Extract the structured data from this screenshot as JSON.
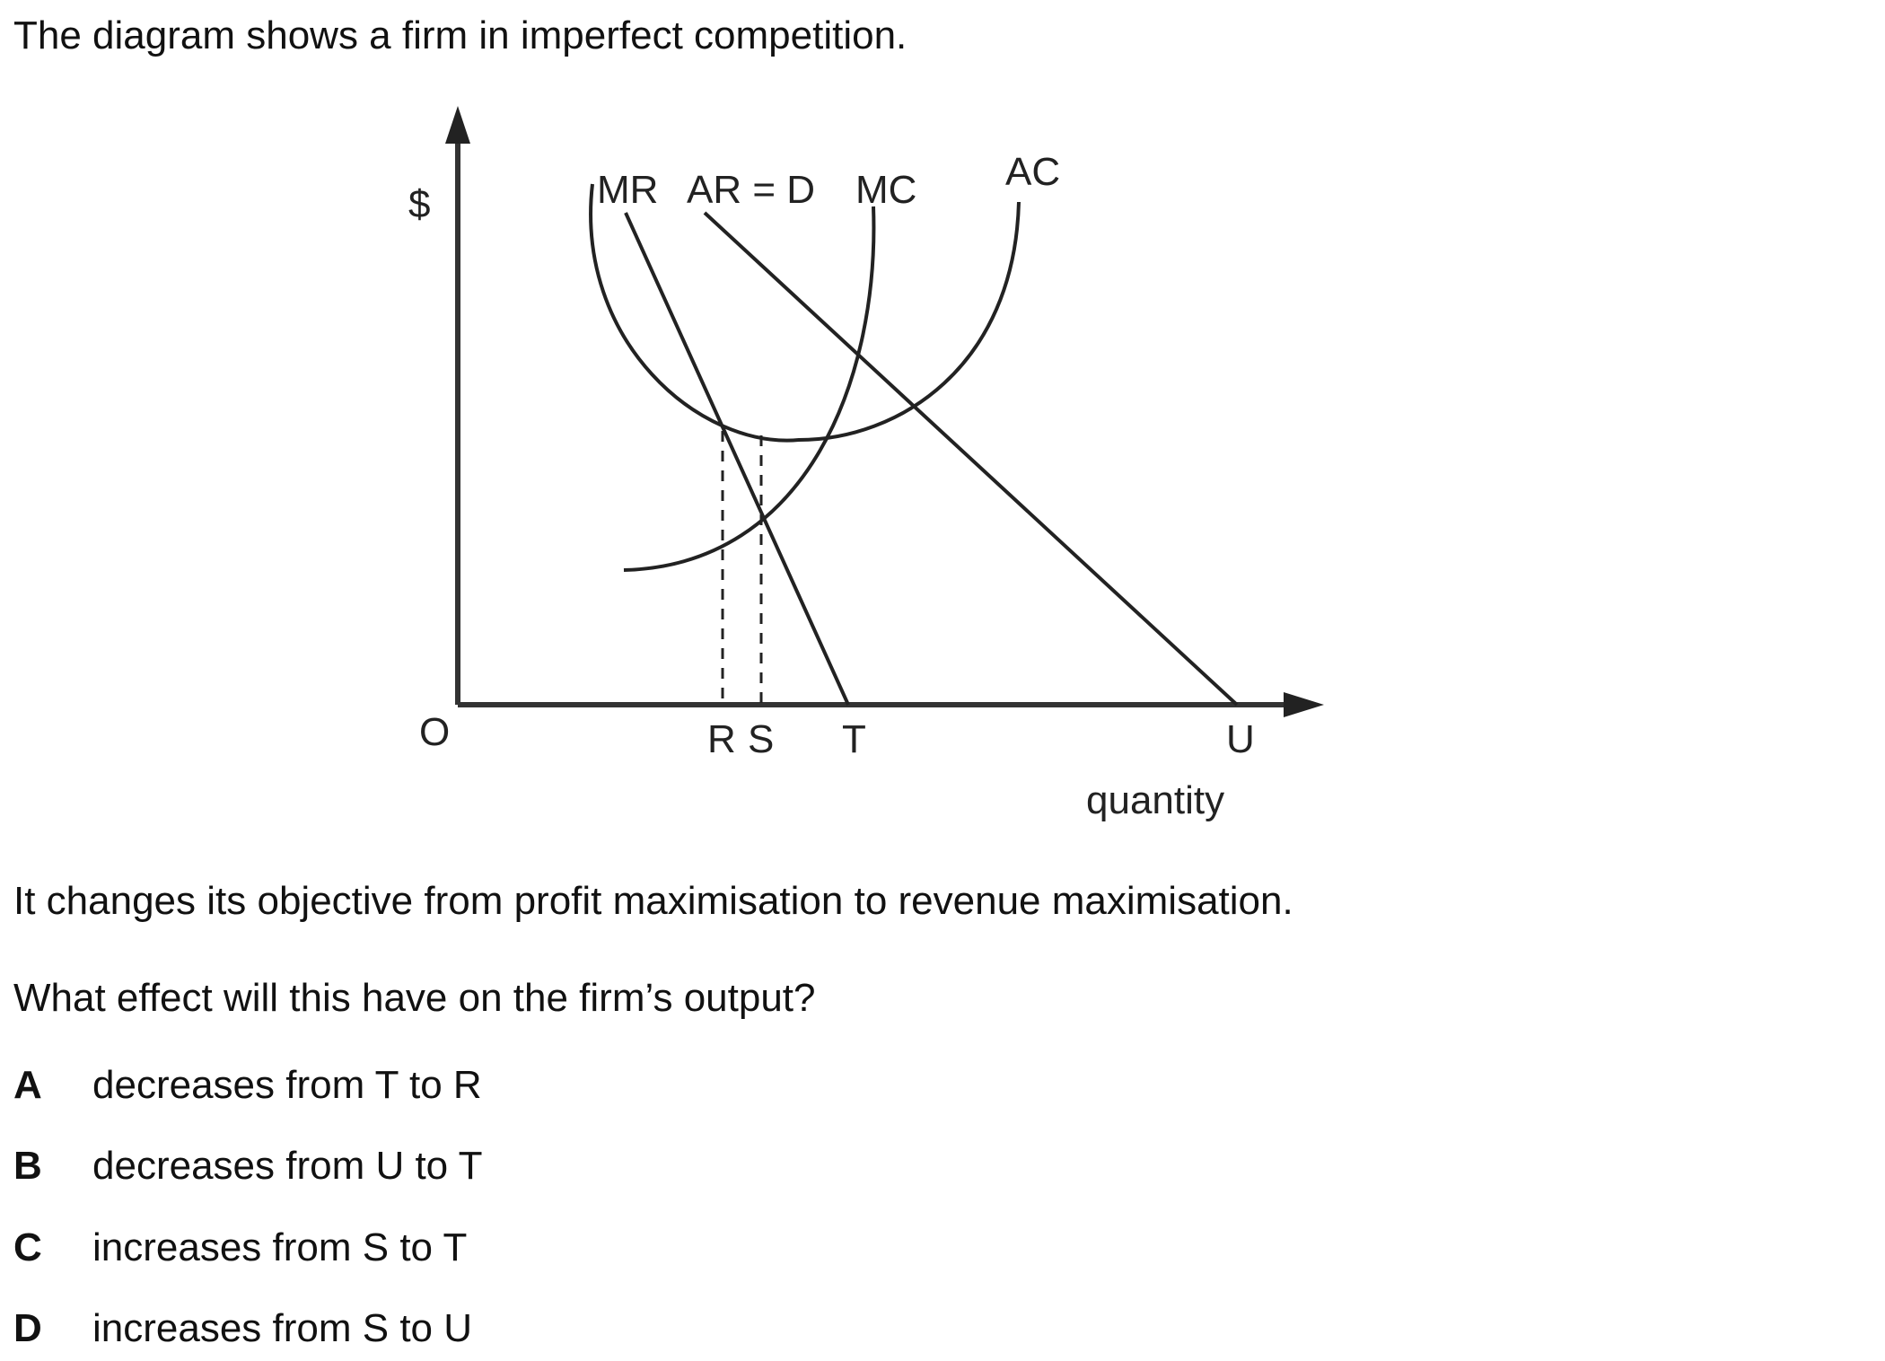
{
  "intro": "The diagram shows a firm in imperfect competition.",
  "diagram": {
    "y_axis_label": "$",
    "origin_label": "O",
    "x_axis_label": "quantity",
    "curves": {
      "mr": "MR",
      "ar": "AR = D",
      "mc": "MC",
      "ac": "AC"
    },
    "x_points": {
      "r": "R",
      "s": "S",
      "t": "T",
      "u": "U"
    }
  },
  "change_text": "It changes its objective from profit maximisation to revenue maximisation.",
  "question": "What effect will this have on the firm’s output?",
  "options": [
    {
      "letter": "A",
      "text": "decreases from T to R"
    },
    {
      "letter": "B",
      "text": "decreases from U to T"
    },
    {
      "letter": "C",
      "text": "increases from S to T"
    },
    {
      "letter": "D",
      "text": "increases from S to U"
    }
  ]
}
